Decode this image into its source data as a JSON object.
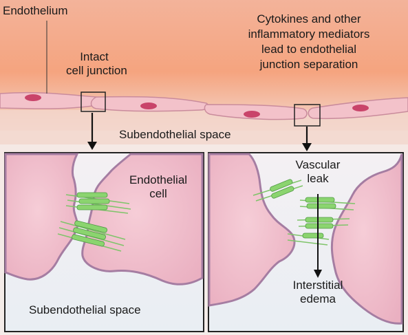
{
  "labels": {
    "endothelium": "Endothelium",
    "intact_junction": [
      "Intact",
      "cell junction"
    ],
    "cytokines": [
      "Cytokines and other",
      "inflammatory mediators",
      "lead to endothelial",
      "junction separation"
    ],
    "subendothelial_top": "Subendothelial space",
    "endothelial_cell": [
      "Endothelial",
      "cell"
    ],
    "subendothelial_bottom": "Subendothelial space",
    "vascular_leak": [
      "Vascular",
      "leak"
    ],
    "interstitial_edema": [
      "Interstitial",
      "edema"
    ]
  },
  "colors": {
    "vessel_band": "#f2a98a",
    "endothelium": "#f4c6cd",
    "nucleus": "#c9446a",
    "cell_fill": "#efbccb",
    "cell_edge": "#a57da2",
    "junction_protein": "#8bd46f",
    "interstitium": "#eef2f6"
  }
}
